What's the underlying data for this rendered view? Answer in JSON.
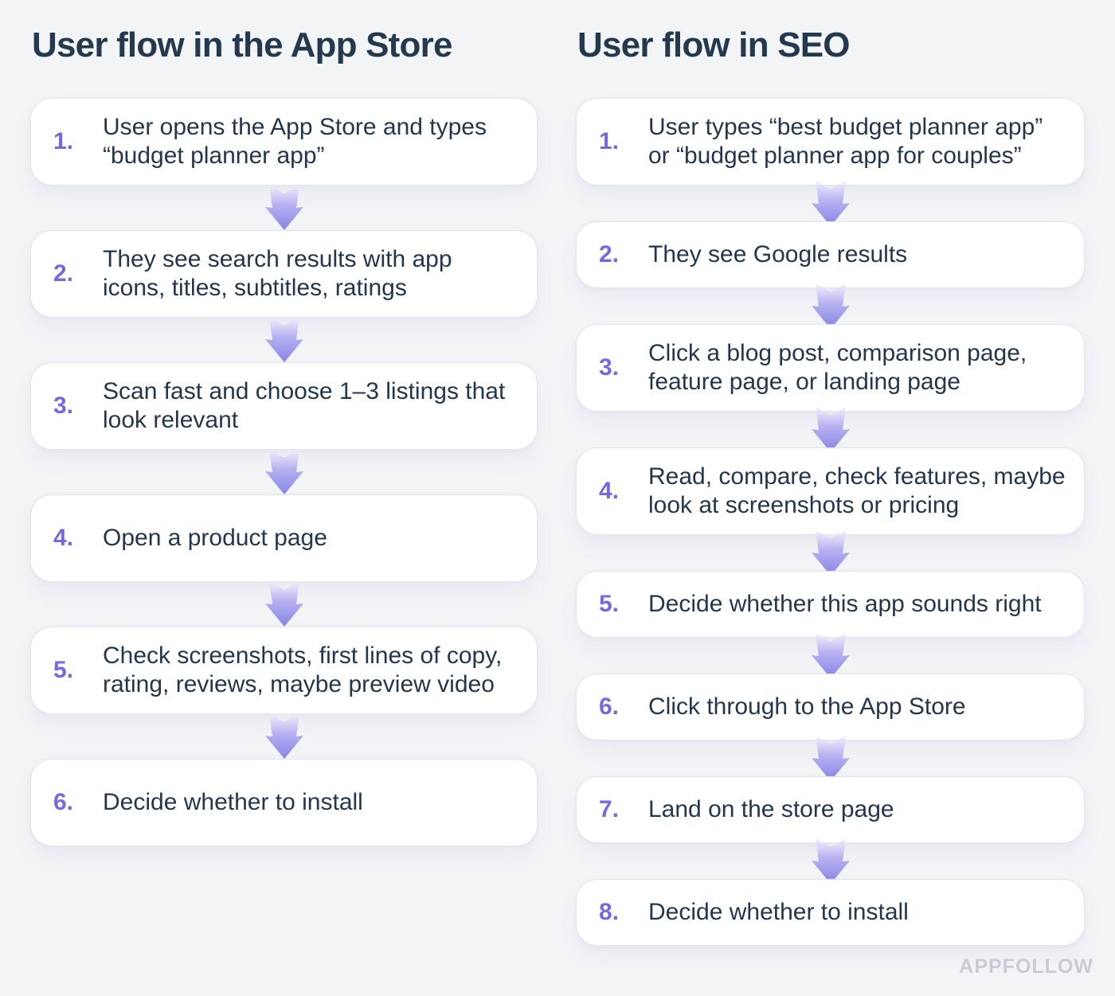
{
  "page": {
    "background_color": "#f3f4f6",
    "accent_color": "#7569e1",
    "title_color": "#24394e",
    "text_color": "#22374e",
    "arrow_gradient": [
      "#f1effc",
      "#b9b3f1",
      "#8784e7"
    ],
    "watermark": "APPFOLLOW"
  },
  "columns": [
    {
      "title": "User flow in the App Store",
      "steps": [
        {
          "num": "1.",
          "text": "User opens the App Store and types “budget planner app”"
        },
        {
          "num": "2.",
          "text": "They see search results with app icons, titles, subtitles, ratings"
        },
        {
          "num": "3.",
          "text": "Scan fast and choose 1–3 listings that look relevant"
        },
        {
          "num": "4.",
          "text": "Open a product page"
        },
        {
          "num": "5.",
          "text": "Check screenshots, first lines of copy, rating, reviews, maybe preview video"
        },
        {
          "num": "6.",
          "text": "Decide whether to install"
        }
      ]
    },
    {
      "title": "User flow in SEO",
      "steps": [
        {
          "num": "1.",
          "text": "User types “best budget planner app” or “budget planner app for couples”"
        },
        {
          "num": "2.",
          "text": "They see Google results"
        },
        {
          "num": "3.",
          "text": "Click a blog post, comparison page, feature page, or landing page"
        },
        {
          "num": "4.",
          "text": "Read, compare, check features, maybe look at screenshots or pricing"
        },
        {
          "num": "5.",
          "text": "Decide whether this app sounds right"
        },
        {
          "num": "6.",
          "text": "Click through to the App Store"
        },
        {
          "num": "7.",
          "text": "Land on the store page"
        },
        {
          "num": "8.",
          "text": "Decide whether to install"
        }
      ]
    }
  ]
}
